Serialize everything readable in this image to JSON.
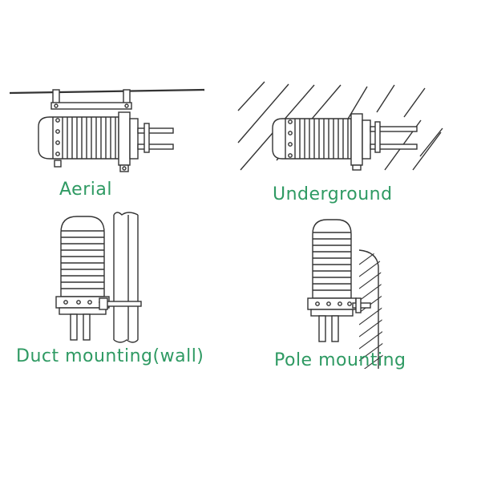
{
  "labels": {
    "aerial": "Aerial",
    "underground": "Underground",
    "duct": "Duct mounting(wall)",
    "pole": "Pole mounting"
  },
  "colors": {
    "label": "#2f9a63",
    "line": "#333333",
    "fill": "#ffffff"
  }
}
